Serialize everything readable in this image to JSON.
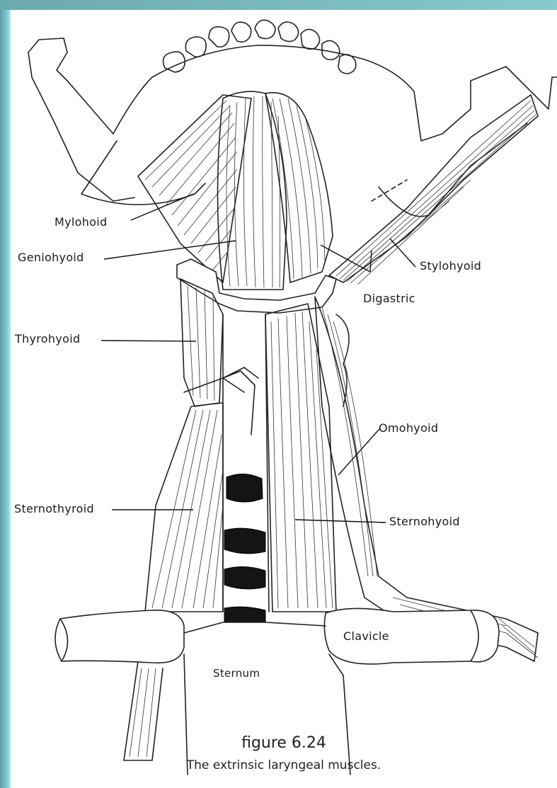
{
  "labels": {
    "mylohoid": "Mylohoid",
    "geniohyoid": "Geniohyoid",
    "stylohyoid": "Stylohyoid",
    "digastric": "Digastric",
    "thyrohyoid": "Thyrohyoid",
    "omohyoid": "Omohyoid",
    "sternothyroid": "Sternothyroid",
    "sternohyoid": "Sternohyoid",
    "clavicle": "Clavicle",
    "sternum": "Sternum"
  },
  "caption": {
    "number": "figure 6.24",
    "text": "The extrinsic laryngeal muscles."
  },
  "colors": {
    "background": "#b9f1f8",
    "sheet": "#ffffff",
    "ink": "#222222"
  }
}
